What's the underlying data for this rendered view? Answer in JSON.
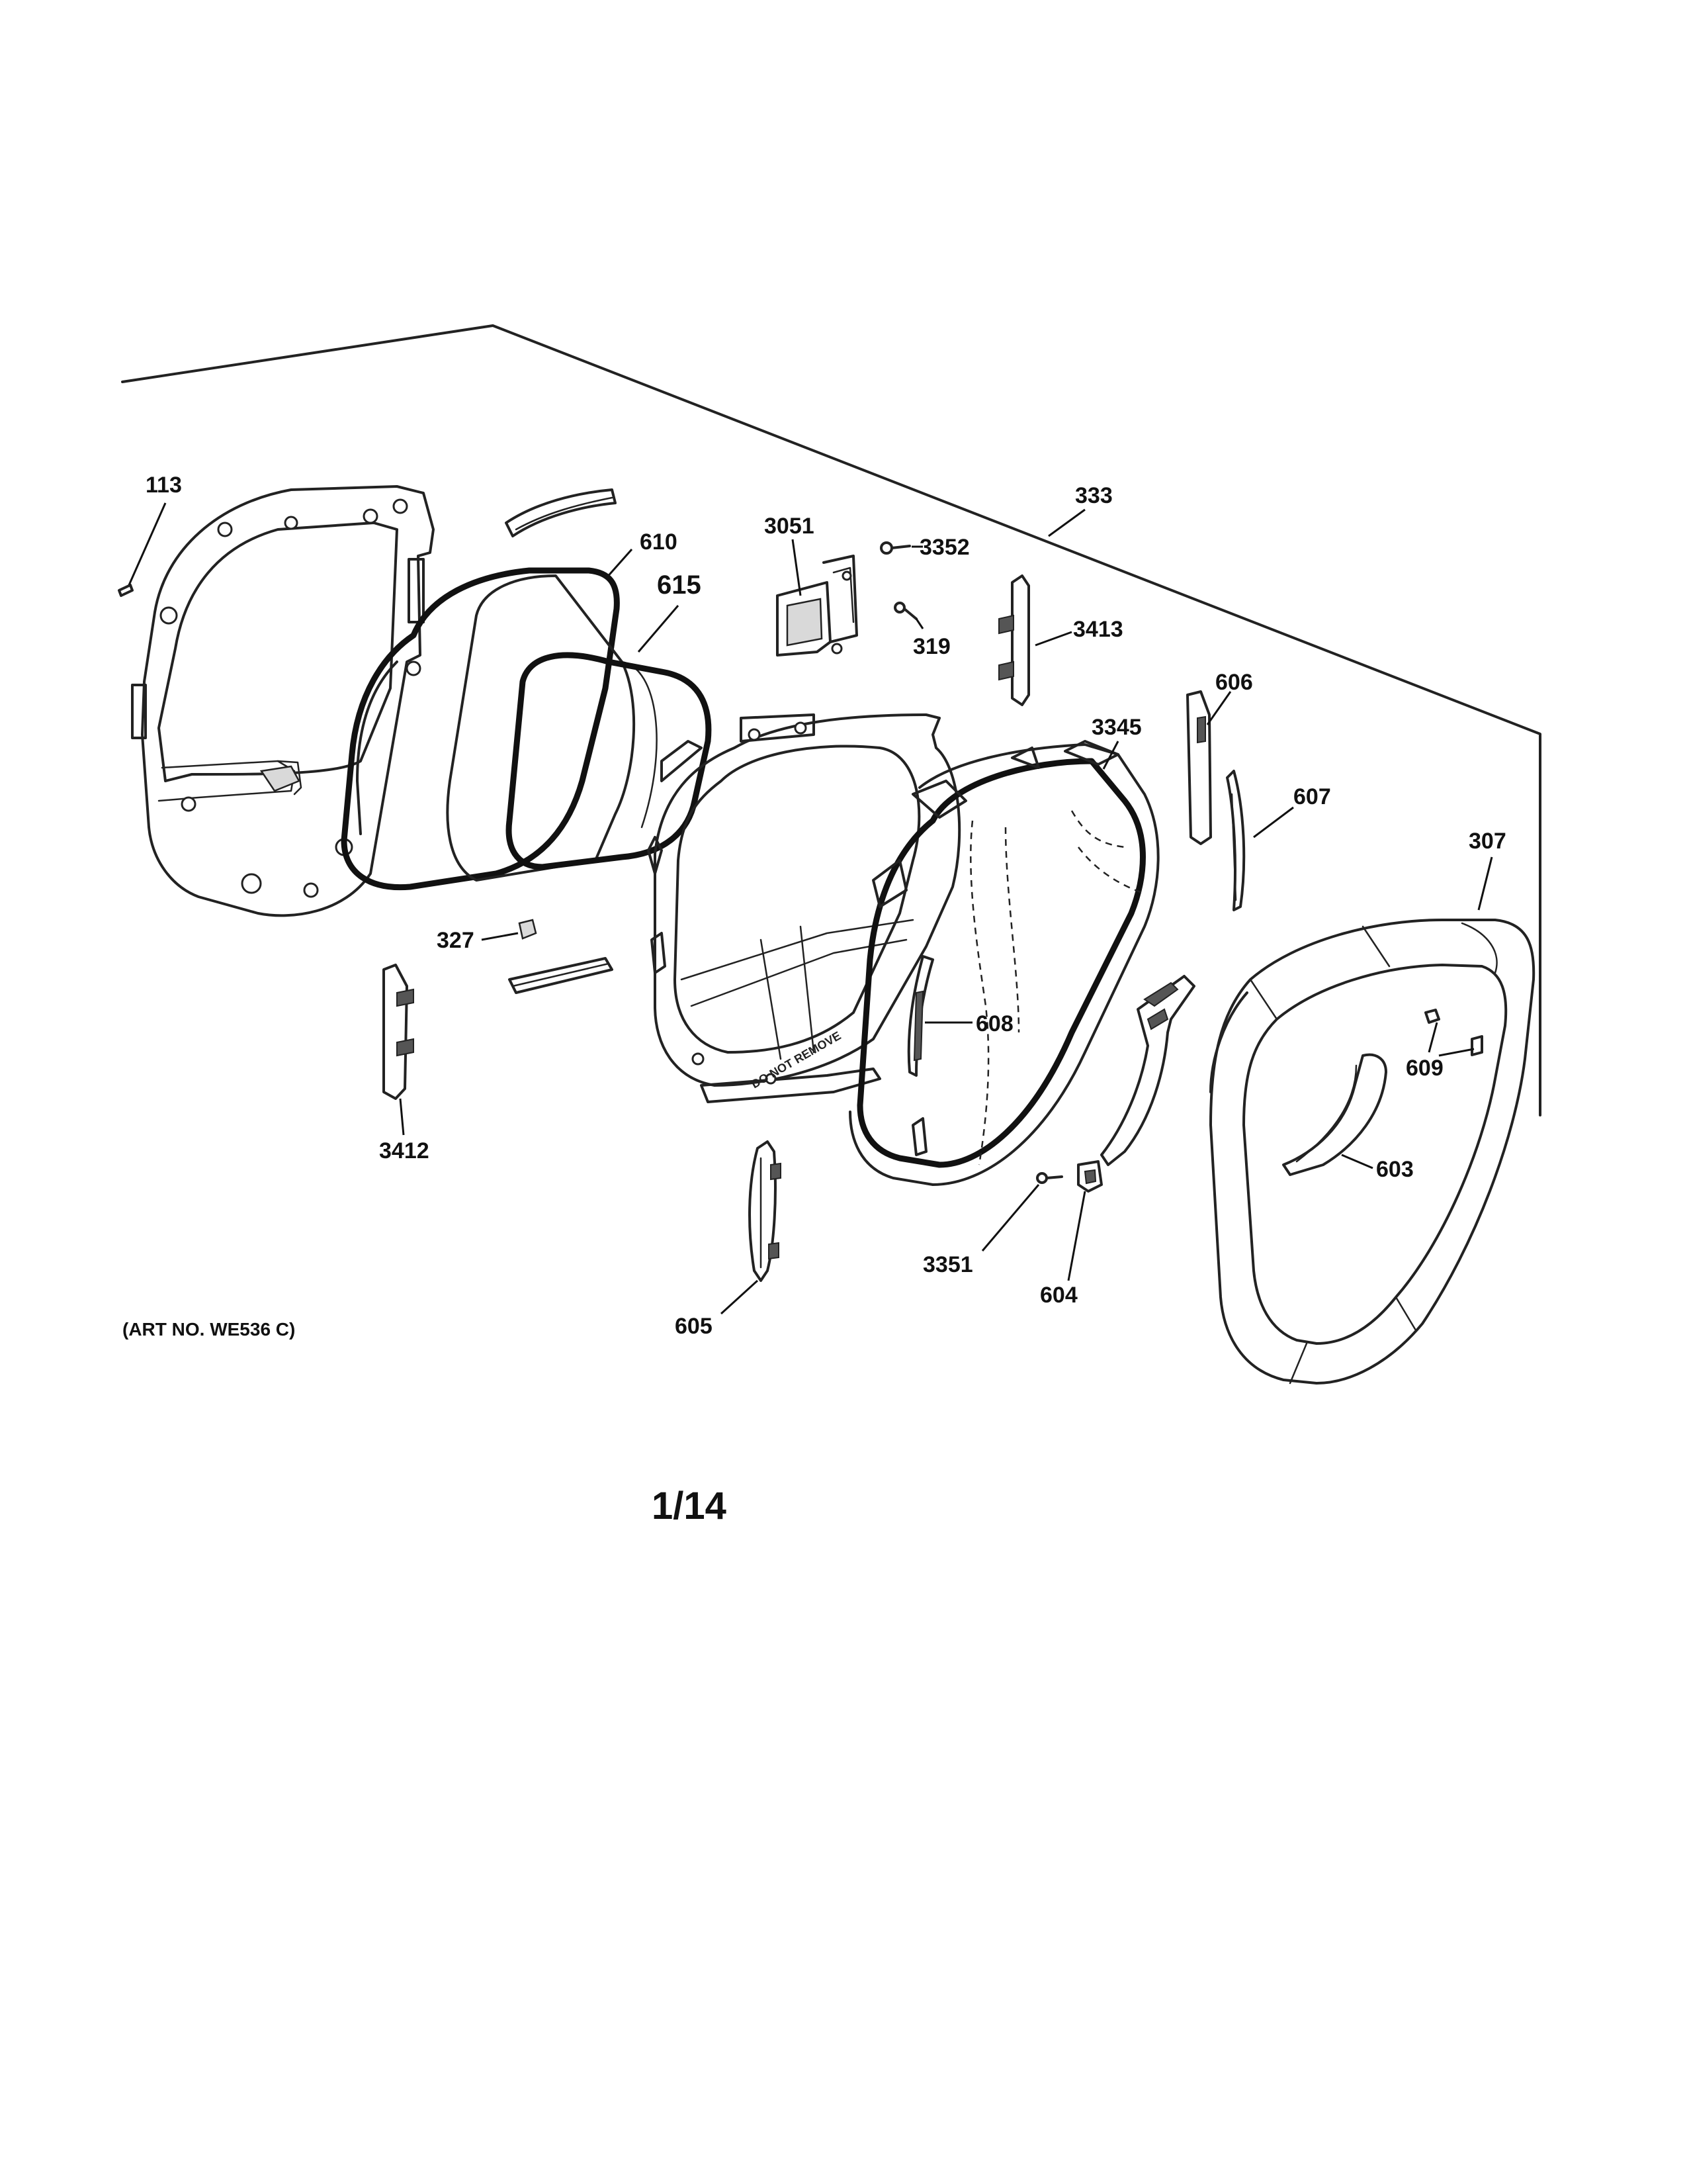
{
  "callouts": [
    {
      "id": "113",
      "text": "113"
    },
    {
      "id": "610",
      "text": "610"
    },
    {
      "id": "615",
      "text": "615"
    },
    {
      "id": "3051",
      "text": "3051"
    },
    {
      "id": "3352",
      "text": "3352"
    },
    {
      "id": "319",
      "text": "319"
    },
    {
      "id": "333",
      "text": "333"
    },
    {
      "id": "3413",
      "text": "3413"
    },
    {
      "id": "606",
      "text": "606"
    },
    {
      "id": "3345",
      "text": "3345"
    },
    {
      "id": "607",
      "text": "607"
    },
    {
      "id": "307",
      "text": "307"
    },
    {
      "id": "327",
      "text": "327"
    },
    {
      "id": "608",
      "text": "608"
    },
    {
      "id": "609",
      "text": "609"
    },
    {
      "id": "3412",
      "text": "3412"
    },
    {
      "id": "603",
      "text": "603"
    },
    {
      "id": "3351",
      "text": "3351"
    },
    {
      "id": "604",
      "text": "604"
    },
    {
      "id": "605",
      "text": "605"
    }
  ],
  "art_number": "(ART NO. WE536 C)",
  "page_number": "1/14",
  "imprint": "DO NOT REMOVE"
}
